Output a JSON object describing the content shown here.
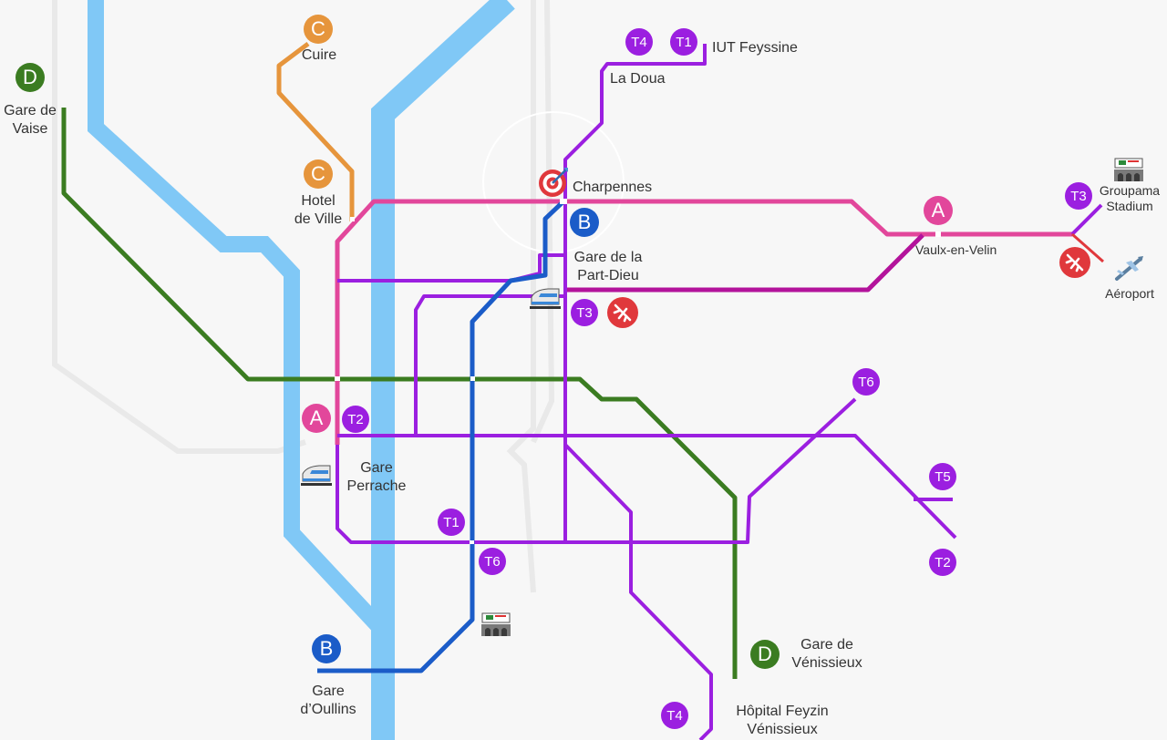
{
  "colors": {
    "river": "#80c8f6",
    "metro_a": "#e2479b",
    "metro_b": "#1b5cc8",
    "metro_c": "#e6953c",
    "metro_d": "#3b7c21",
    "tram": "#9b1fe0",
    "tram_t3": "#b3139b",
    "airport": "#e0383c",
    "background": "#f7f7f7"
  },
  "badges": {
    "c_cuire": "C",
    "c_hotel": "C",
    "d_vaise": "D",
    "d_venissieux": "D",
    "a_vaulx": "A",
    "a_perrache": "A",
    "b_partdieu": "B",
    "b_oullins": "B",
    "t4_doua": "T4",
    "t1_iut": "T1",
    "t3_groupama": "T3",
    "t3_partdieu": "T3",
    "t2_perrache": "T2",
    "t6_east": "T6",
    "t5": "T5",
    "t2_east": "T2",
    "t1_south": "T1",
    "t6_south": "T6",
    "t4_south": "T4"
  },
  "labels": {
    "cuire": "Cuire",
    "gare_vaise": "Gare de\nVaise",
    "hotel_de_ville": "Hotel\nde Ville",
    "iut_feyssine": "IUT Feyssine",
    "la_doua": "La Doua",
    "charpennes": "Charpennes",
    "gare_part_dieu": "Gare de la\nPart-Dieu",
    "vaulx_en_velin": "Vaulx-en-Velin",
    "groupama_stadium": "Groupama\nStadium",
    "aeroport": "Aéroport",
    "gare_perrache": "Gare\nPerrache",
    "gare_oullins": "Gare\nd’Oullins",
    "gare_venissieux": "Gare de\nVénissieux",
    "hopital_feyzin": "Hôpital Feyzin\nVénissieux"
  },
  "icons": {
    "target": "target-icon",
    "train": "train-icon",
    "stadium": "stadium-icon",
    "airplane": "airplane-icon",
    "airport_badge": "airport-icon"
  }
}
